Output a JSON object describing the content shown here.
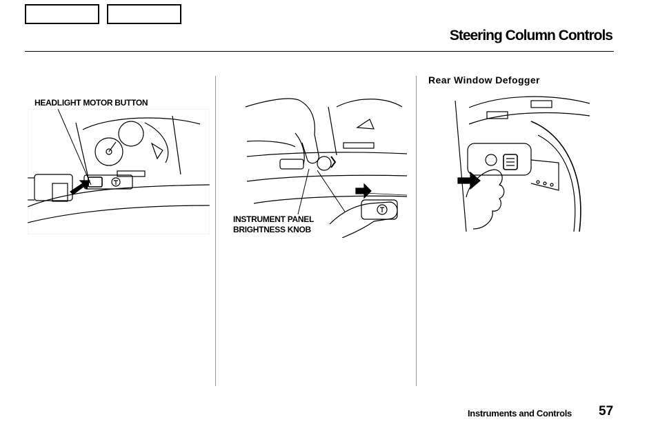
{
  "header": {
    "title": "Steering Column Controls"
  },
  "callouts": {
    "headlight_motor_button": "HEADLIGHT MOTOR BUTTON",
    "instrument_panel_line1": "INSTRUMENT PANEL",
    "instrument_panel_line2": "BRIGHTNESS KNOB"
  },
  "sections": {
    "rear_window_defogger": "Rear Window  Defogger"
  },
  "footer": {
    "section_name": "Instruments and Controls",
    "page_number": "57"
  },
  "illustrations": {
    "headlight_icon": "headlight-icon",
    "arrow_icon": "arrow-icon",
    "defogger_icon": "defogger-icon"
  }
}
